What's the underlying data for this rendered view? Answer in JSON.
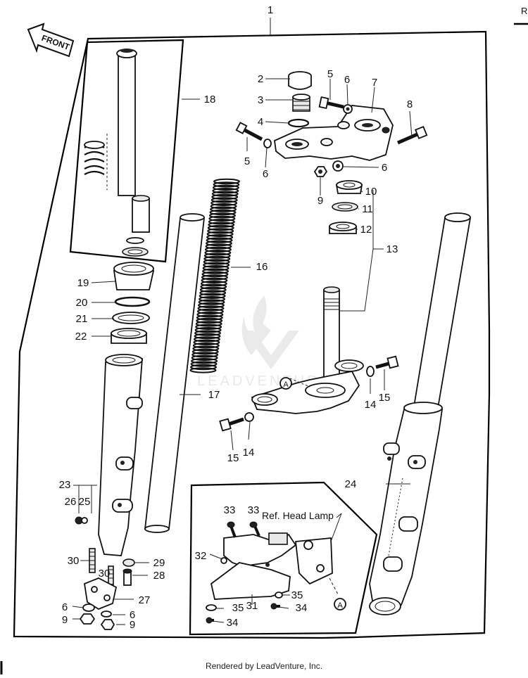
{
  "diagram": {
    "front_label": "FRONT",
    "ref_label": "Ref.  Head Lamp",
    "circle_marker": "A",
    "corner_letter": "R",
    "watermark": "LEADVENTURE",
    "footer": "Rendered by LeadVenture, Inc.",
    "callouts": [
      {
        "id": "c1",
        "text": "1"
      },
      {
        "id": "c2",
        "text": "2"
      },
      {
        "id": "c3",
        "text": "3"
      },
      {
        "id": "c4",
        "text": "4"
      },
      {
        "id": "c5a",
        "text": "5"
      },
      {
        "id": "c6a",
        "text": "6"
      },
      {
        "id": "c7",
        "text": "7"
      },
      {
        "id": "c8",
        "text": "8"
      },
      {
        "id": "c5b",
        "text": "5"
      },
      {
        "id": "c6b",
        "text": "6"
      },
      {
        "id": "c6c",
        "text": "6"
      },
      {
        "id": "c9a",
        "text": "9"
      },
      {
        "id": "c10",
        "text": "10"
      },
      {
        "id": "c11",
        "text": "11"
      },
      {
        "id": "c12",
        "text": "12"
      },
      {
        "id": "c13",
        "text": "13"
      },
      {
        "id": "c14a",
        "text": "14"
      },
      {
        "id": "c15a",
        "text": "15"
      },
      {
        "id": "c14b",
        "text": "14"
      },
      {
        "id": "c15b",
        "text": "15"
      },
      {
        "id": "c16",
        "text": "16"
      },
      {
        "id": "c17",
        "text": "17"
      },
      {
        "id": "c18",
        "text": "18"
      },
      {
        "id": "c19",
        "text": "19"
      },
      {
        "id": "c20",
        "text": "20"
      },
      {
        "id": "c21",
        "text": "21"
      },
      {
        "id": "c22",
        "text": "22"
      },
      {
        "id": "c23",
        "text": "23"
      },
      {
        "id": "c24",
        "text": "24"
      },
      {
        "id": "c25",
        "text": "25"
      },
      {
        "id": "c26",
        "text": "26"
      },
      {
        "id": "c27",
        "text": "27"
      },
      {
        "id": "c28",
        "text": "28"
      },
      {
        "id": "c29",
        "text": "29"
      },
      {
        "id": "c30a",
        "text": "30"
      },
      {
        "id": "c30b",
        "text": "30"
      },
      {
        "id": "c6d",
        "text": "6"
      },
      {
        "id": "c6e",
        "text": "6"
      },
      {
        "id": "c9b",
        "text": "9"
      },
      {
        "id": "c9c",
        "text": "9"
      },
      {
        "id": "c31",
        "text": "31"
      },
      {
        "id": "c32",
        "text": "32"
      },
      {
        "id": "c33a",
        "text": "33"
      },
      {
        "id": "c33b",
        "text": "33"
      },
      {
        "id": "c34a",
        "text": "34"
      },
      {
        "id": "c34b",
        "text": "34"
      },
      {
        "id": "c35a",
        "text": "35"
      },
      {
        "id": "c35b",
        "text": "35"
      }
    ]
  }
}
